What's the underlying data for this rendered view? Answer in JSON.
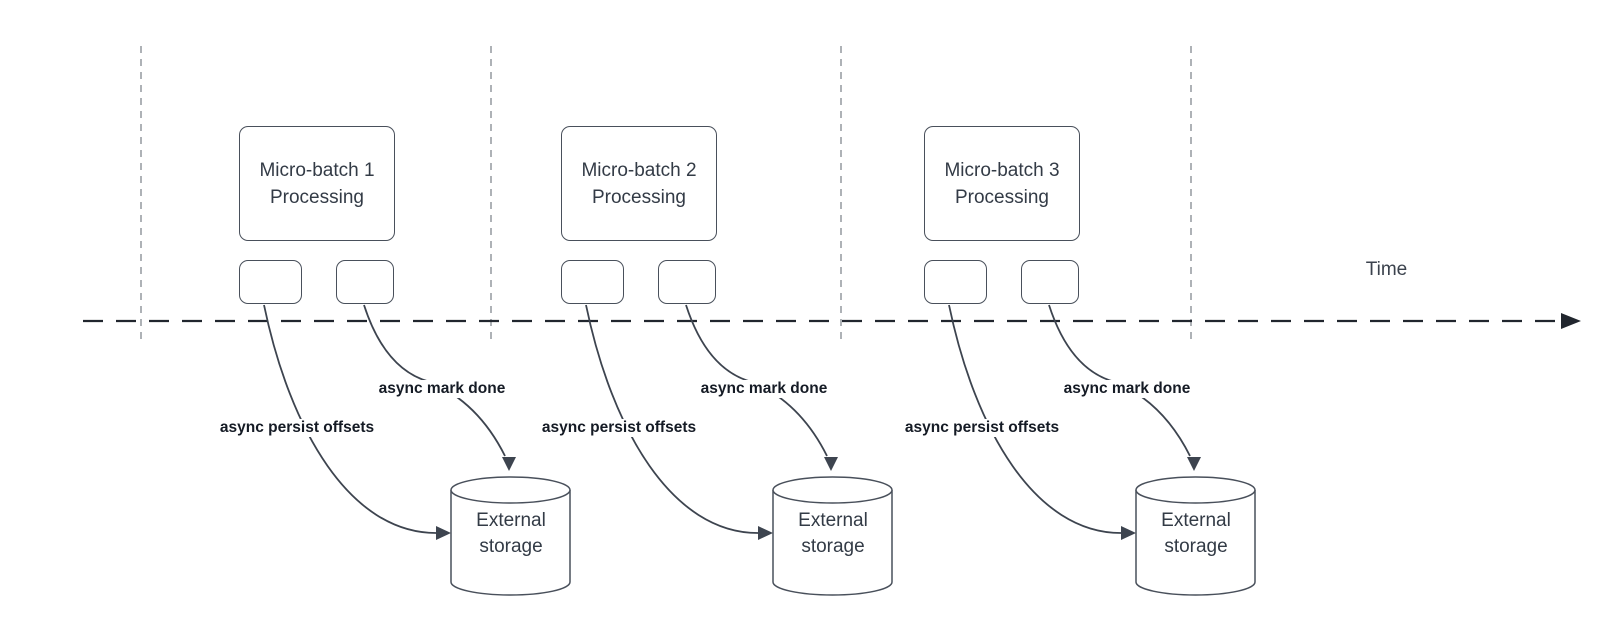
{
  "diagram": {
    "time_label": "Time",
    "batches": [
      {
        "title": "Micro-batch 1\nProcessing",
        "persist_label": "async persist offsets",
        "mark_done_label": "async mark done",
        "storage_label": "External\nstorage"
      },
      {
        "title": "Micro-batch 2\nProcessing",
        "persist_label": "async persist offsets",
        "mark_done_label": "async mark done",
        "storage_label": "External\nstorage"
      },
      {
        "title": "Micro-batch 3\nProcessing",
        "persist_label": "async persist offsets",
        "mark_done_label": "async mark done",
        "storage_label": "External\nstorage"
      }
    ],
    "colors": {
      "background": "#ffffff",
      "shape_stroke": "#49505b",
      "connector": "#3d444f",
      "timeline": "#21262e",
      "guide_line": "#a5aaaf",
      "shape_text": "#333b46",
      "label_text": "#151b25"
    }
  }
}
